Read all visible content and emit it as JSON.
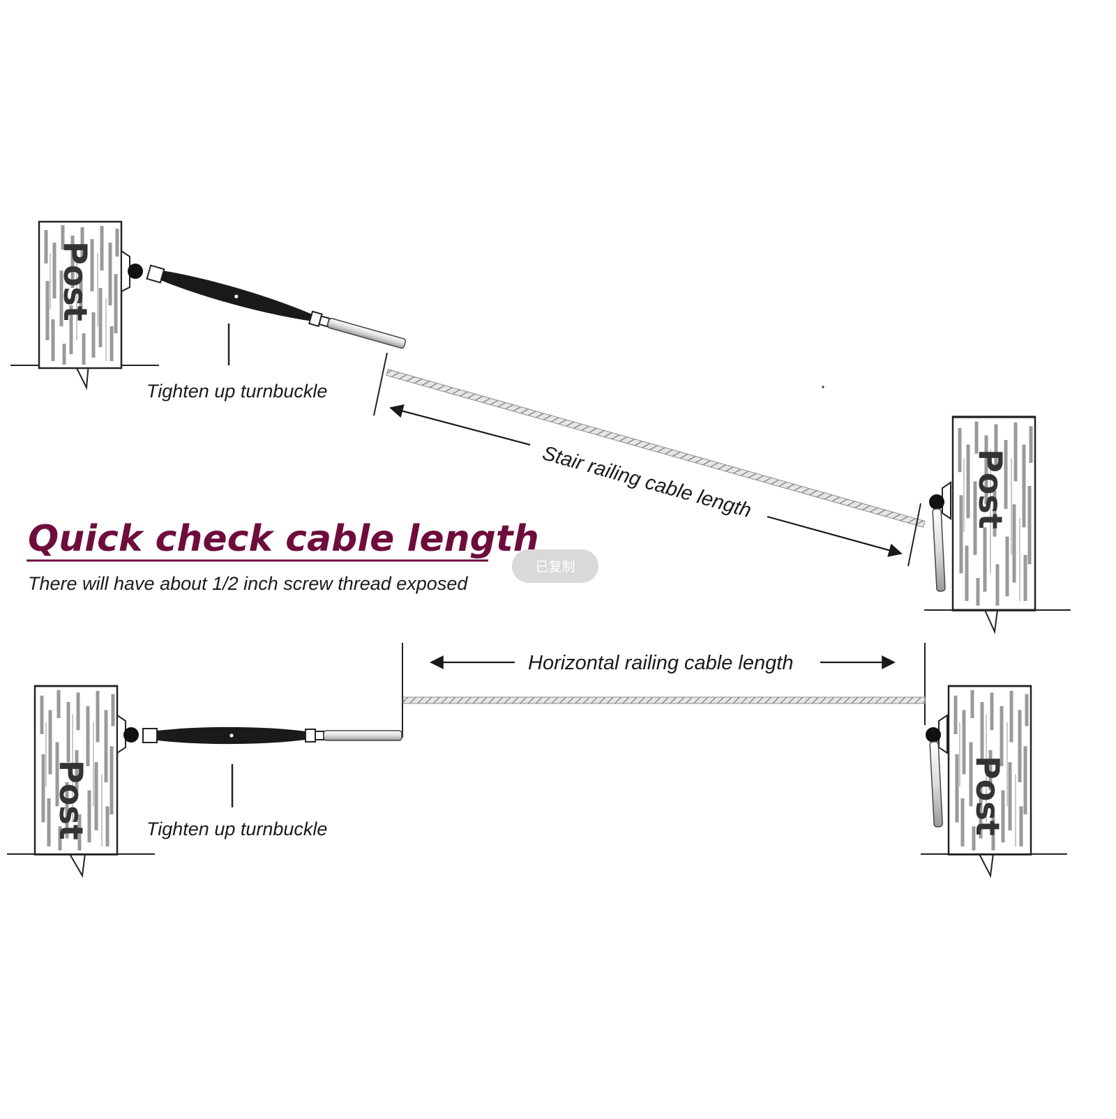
{
  "colors": {
    "accent": "#6e0d3c",
    "ink": "#1a1a1a",
    "cable": "#8c8c8c",
    "toast_bg": "#d9d9d9",
    "toast_text": "#ffffff"
  },
  "title": "Quick check cable length",
  "subtitle": "There will have  about 1/2 inch screw thread exposed",
  "post_label": "Post",
  "stair": {
    "turnbuckle_label": "Tighten up turnbuckle",
    "cable_length_label": "Stair railing cable length"
  },
  "horizontal": {
    "turnbuckle_label": "Tighten up turnbuckle",
    "cable_length_label": "Horizontal railing cable length"
  },
  "toast": {
    "text": "已复制"
  },
  "icons": [
    "post",
    "turnbuckle",
    "cable",
    "arrow-left",
    "arrow-right",
    "toggle-fitting"
  ]
}
